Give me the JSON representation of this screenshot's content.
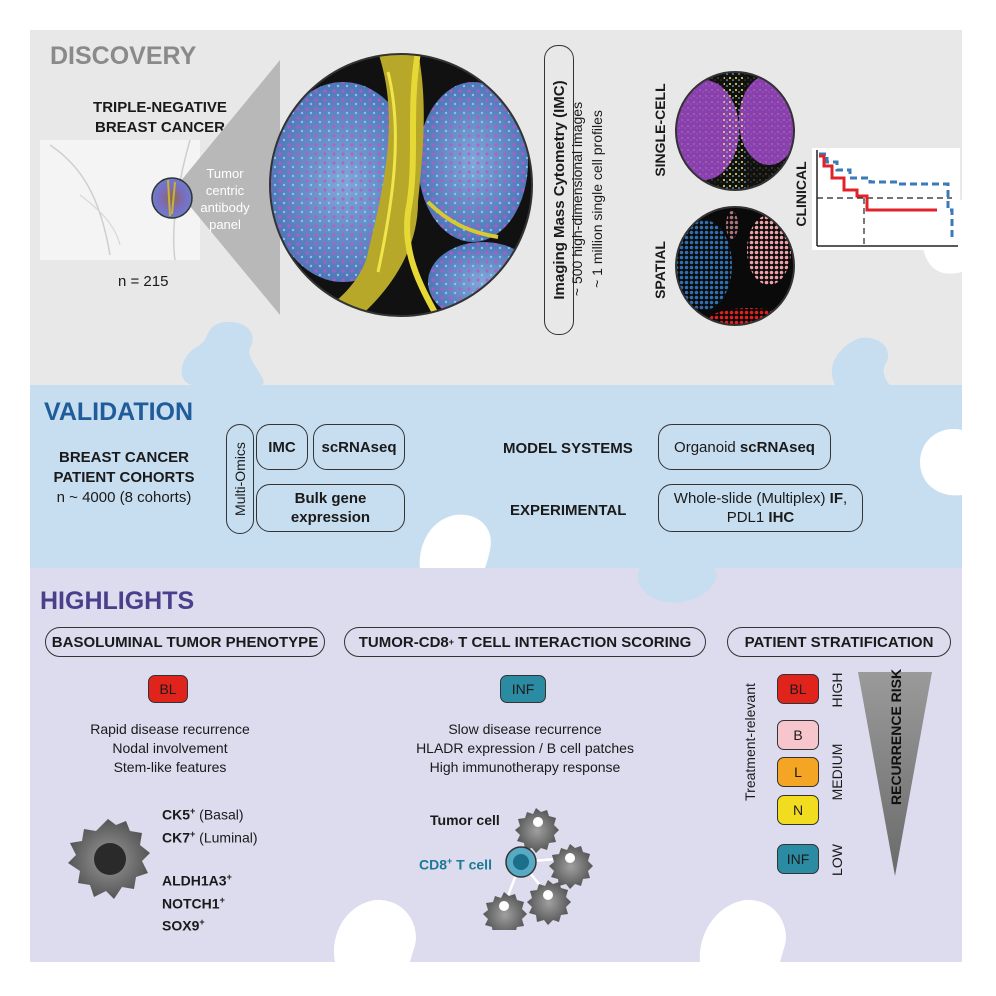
{
  "discovery": {
    "title": "DISCOVERY",
    "cancer_type_line1": "TRIPLE-NEGATIVE",
    "cancer_type_line2": "BREAST CANCER",
    "sample_size": "n = 215",
    "panel_line1": "Tumor",
    "panel_line2": "centric",
    "panel_line3": "antibody",
    "panel_line4": "panel",
    "imc_label": "Imaging Mass Cytometry (IMC)",
    "imc_stat1": "~ 500 high-dimensional images",
    "imc_stat2": "~ 1 million single cell profiles",
    "single_cell_label": "SINGLE-CELL",
    "spatial_label": "SPATIAL",
    "clinical_label": "CLINICAL"
  },
  "validation": {
    "title": "VALIDATION",
    "cohorts_line1": "BREAST CANCER",
    "cohorts_line2": "PATIENT COHORTS",
    "cohorts_line3": "n ~ 4000 (8 cohorts)",
    "multi_omics_label": "Multi-Omics",
    "imc_pill": "IMC",
    "scrnaseq_pill": "scRNAseq",
    "bulk_line1": "Bulk gene",
    "bulk_line2": "expression",
    "model_systems_label": "MODEL SYSTEMS",
    "organoid_prefix": "Organoid ",
    "organoid_bold": "scRNAseq",
    "experimental_label": "EXPERIMENTAL",
    "wsi_prefix": "Whole-slide (Multiplex) ",
    "wsi_bold": "IF",
    "wsi_suffix": ",",
    "pdl1_prefix": "PDL1 ",
    "pdl1_bold": "IHC"
  },
  "highlights": {
    "title": "HIGHLIGHTS",
    "basoluminal": {
      "heading": "BASOLUMINAL TUMOR PHENOTYPE",
      "badge": "BL",
      "line1": "Rapid disease recurrence",
      "line2": "Nodal involvement",
      "line3": "Stem-like features",
      "ck5": "CK5",
      "ck5_sup": "+",
      "ck5_note": " (Basal)",
      "ck7": "CK7",
      "ck7_sup": "+",
      "ck7_note": " (Luminal)",
      "aldh": "ALDH1A3",
      "aldh_sup": "+",
      "notch": "NOTCH1",
      "notch_sup": "+",
      "sox": "SOX9",
      "sox_sup": "+"
    },
    "interaction": {
      "heading_prefix": "TUMOR-CD8",
      "heading_sup": "+",
      "heading_suffix": " T CELL INTERACTION SCORING",
      "badge": "INF",
      "line1": "Slow disease recurrence",
      "line2": "HLADR expression / B cell patches",
      "line3": "High immunotherapy response",
      "tumor_cell": "Tumor cell",
      "cd8_prefix": "CD8",
      "cd8_sup": "+",
      "cd8_suffix": " T cell"
    },
    "stratification": {
      "heading": "PATIENT STRATIFICATION",
      "side_label": "Treatment-relevant",
      "badges": [
        "BL",
        "B",
        "L",
        "N",
        "INF"
      ],
      "level_high": "HIGH",
      "level_medium": "MEDIUM",
      "level_low": "LOW",
      "risk_label": "RECURRENCE RISK"
    }
  },
  "colors": {
    "discovery_bg": "#e8e8e8",
    "validation_bg": "#c7def0",
    "highlights_bg": "#dddbee",
    "discovery_title": "#8a8a8a",
    "validation_title": "#1f5c99",
    "highlights_title": "#4b3f8c",
    "bl": "#e0231b",
    "b": "#f7c6cc",
    "l": "#f5a524",
    "n": "#f2dc1f",
    "inf": "#2b8ba3",
    "cd8_text": "#1b7a95"
  }
}
